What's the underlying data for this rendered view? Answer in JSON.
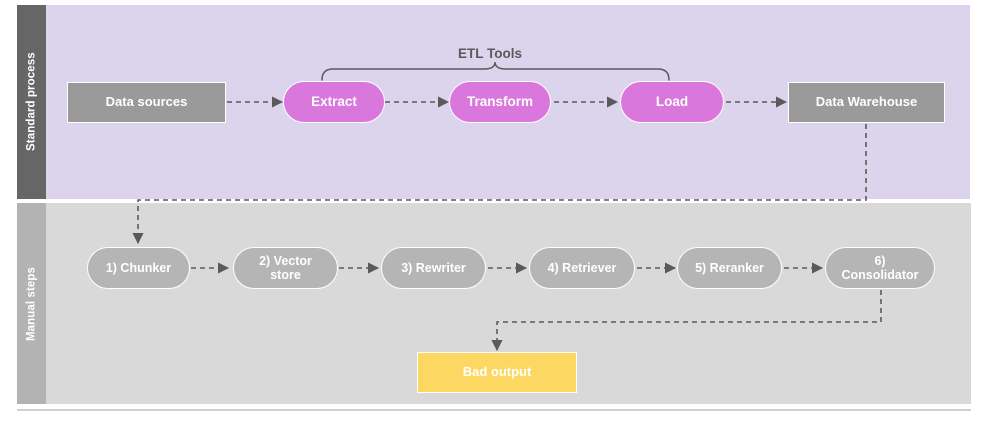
{
  "diagram": {
    "title": "ETL and manual RAG steps flow",
    "lanes": [
      {
        "name": "standard-process",
        "label": "Standard process",
        "band_color": "#dcd3ec",
        "label_color": "#666666"
      },
      {
        "name": "manual-steps",
        "label": "Manual steps",
        "band_color": "#d9d9d9",
        "label_color": "#b3b3b3"
      }
    ],
    "bracket": {
      "label": "ETL Tools",
      "spans": [
        "Extract",
        "Transform",
        "Load"
      ]
    },
    "colors": {
      "gray_box": "#9a9a9a",
      "etl_pill": "#d977dd",
      "step_pill": "#b5b5b5",
      "warning_box": "#fcd862",
      "connector": "#666666",
      "node_text": "#ffffff",
      "bracket_text": "#5a5a5a"
    },
    "top_row": [
      {
        "id": "data-sources",
        "label": "Data sources",
        "shape": "rect"
      },
      {
        "id": "extract",
        "label": "Extract",
        "shape": "pill"
      },
      {
        "id": "transform",
        "label": "Transform",
        "shape": "pill"
      },
      {
        "id": "load",
        "label": "Load",
        "shape": "pill"
      },
      {
        "id": "data-warehouse",
        "label": "Data Warehouse",
        "shape": "rect"
      }
    ],
    "bottom_row": [
      {
        "id": "chunker",
        "label": "1) Chunker",
        "shape": "pill"
      },
      {
        "id": "vector-store",
        "label": "2) Vector store",
        "shape": "pill"
      },
      {
        "id": "rewriter",
        "label": "3) Rewriter",
        "shape": "pill"
      },
      {
        "id": "retriever",
        "label": "4) Retriever",
        "shape": "pill"
      },
      {
        "id": "reranker",
        "label": "5) Reranker",
        "shape": "pill"
      },
      {
        "id": "consolidator",
        "label": "6) Consolidator",
        "shape": "pill"
      }
    ],
    "output": {
      "id": "bad-output",
      "label": "Bad output",
      "shape": "rect"
    },
    "edges": [
      {
        "from": "data-sources",
        "to": "extract",
        "style": "dashed"
      },
      {
        "from": "extract",
        "to": "transform",
        "style": "dashed"
      },
      {
        "from": "transform",
        "to": "load",
        "style": "dashed"
      },
      {
        "from": "load",
        "to": "data-warehouse",
        "style": "dashed"
      },
      {
        "from": "data-warehouse",
        "to": "chunker",
        "style": "dashed"
      },
      {
        "from": "chunker",
        "to": "vector-store",
        "style": "dashed"
      },
      {
        "from": "vector-store",
        "to": "rewriter",
        "style": "dashed"
      },
      {
        "from": "rewriter",
        "to": "retriever",
        "style": "dashed"
      },
      {
        "from": "retriever",
        "to": "reranker",
        "style": "dashed"
      },
      {
        "from": "reranker",
        "to": "consolidator",
        "style": "dashed"
      },
      {
        "from": "consolidator",
        "to": "bad-output",
        "style": "dashed"
      }
    ]
  }
}
